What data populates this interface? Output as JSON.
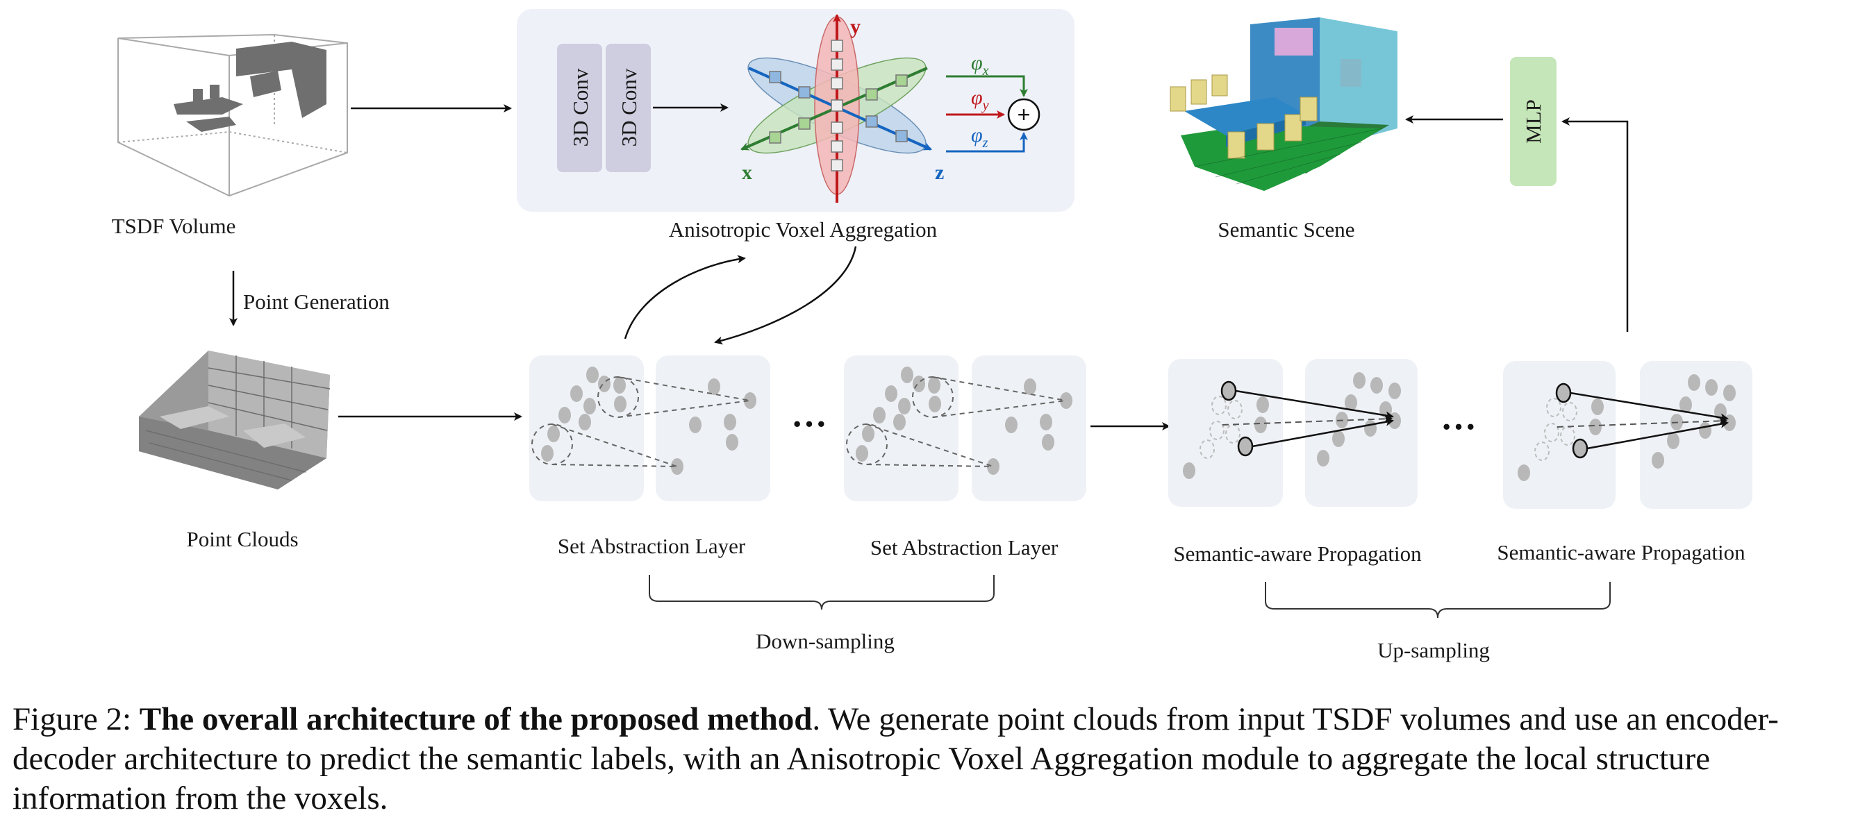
{
  "labels": {
    "tsdf_volume": "TSDF Volume",
    "point_generation": "Point Generation",
    "point_clouds": "Point Clouds",
    "conv1": "3D Conv",
    "conv2": "3D Conv",
    "axis_y": "y",
    "axis_x": "x",
    "axis_z": "z",
    "phi_x": "x",
    "phi_y": "y",
    "phi_z": "z",
    "phi": "φ",
    "plus": "+",
    "ava": "Anisotropic Voxel Aggregation",
    "semantic_scene": "Semantic Scene",
    "mlp": "MLP",
    "sa1": "Set Abstraction Layer",
    "sa2": "Set Abstraction Layer",
    "sp1": "Semantic-aware Propagation",
    "sp2": "Semantic-aware Propagation",
    "ellipsis1": "···",
    "ellipsis2": "···",
    "down_sampling": "Down-sampling",
    "up_sampling": "Up-sampling"
  },
  "caption": {
    "prefix": "Figure 2: ",
    "bold": "The overall architecture of the proposed method",
    "rest": ". We generate point clouds from input TSDF volumes and use an encoder-decoder architecture to predict the semantic labels, with an Anisotropic Voxel Aggregation module to aggregate the local structure information from the voxels."
  },
  "colors": {
    "panel_bg": "#eef1f8",
    "conv_box": "#cfcde0",
    "mlp_box": "#c5e6b8",
    "axis_y": "#c0181b",
    "axis_x": "#2e7d32",
    "axis_z": "#1565c0",
    "point_gray": "#b8b8b8",
    "block_bg": "#eef1f5"
  }
}
